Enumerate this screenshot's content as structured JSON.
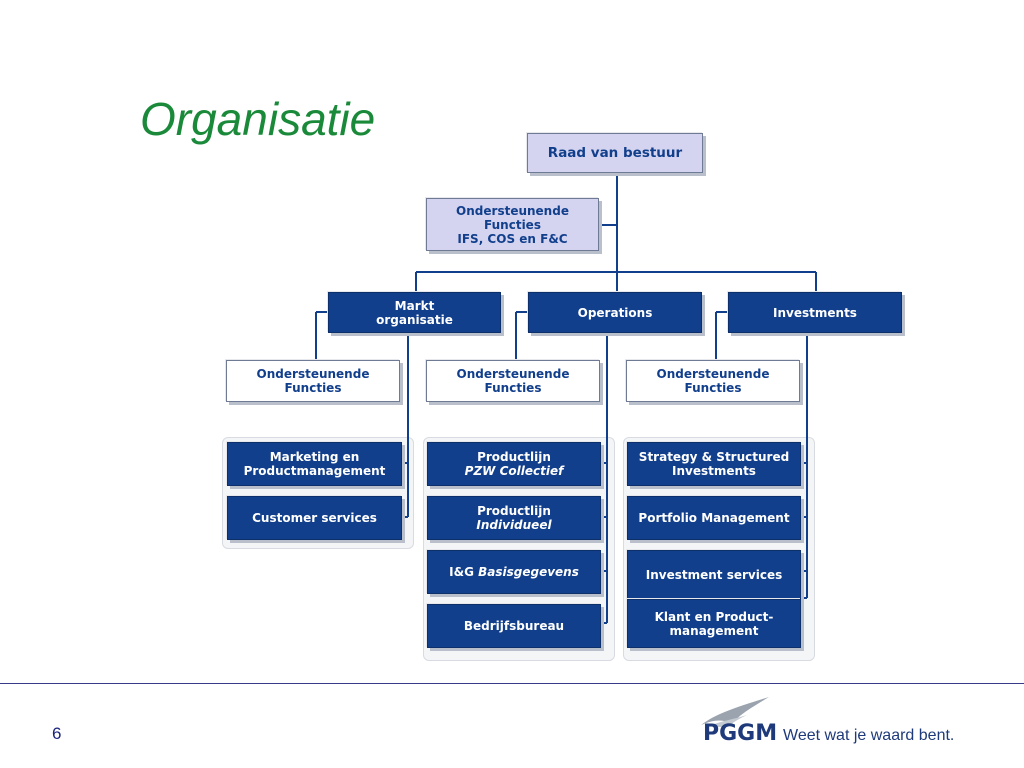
{
  "slide": {
    "title": "Organisatie",
    "page_number": "6"
  },
  "org": {
    "top": "Raad van bestuur",
    "support_top": {
      "line1": "Ondersteunende",
      "line2": "Functies",
      "line3": "IFS, COS en F&C"
    },
    "columns": [
      {
        "head_line1": "Markt",
        "head_line2": "organisatie",
        "support_line1": "Ondersteunende",
        "support_line2": "Functies",
        "units": [
          {
            "line1": "Marketing en",
            "line2": "Productmanagement"
          },
          {
            "line1": "Customer services"
          }
        ]
      },
      {
        "head_line1": "Operations",
        "support_line1": "Ondersteunende",
        "support_line2": "Functies",
        "units": [
          {
            "line1": "Productlijn",
            "line2": "PZW Collectief"
          },
          {
            "line1": "Productlijn",
            "line2": "Individueel"
          },
          {
            "prefix": "I&G ",
            "italic": "Basisgegevens"
          },
          {
            "line1": "Bedrijfsbureau"
          }
        ]
      },
      {
        "head_line1": "Investments",
        "support_line1": "Ondersteunende",
        "support_line2": "Functies",
        "units": [
          {
            "line1": "Strategy & Structured",
            "line2": "Investments"
          },
          {
            "line1": "Portfolio Management"
          },
          {
            "line1": "Investment services"
          },
          {
            "line1": "Klant en Product-",
            "line2": "management"
          }
        ]
      }
    ]
  },
  "footer": {
    "brand": "PGGM",
    "slogan": "Weet wat je waard bent."
  },
  "colors": {
    "title": "#1a8a3a",
    "dark_box": "#123f8c",
    "light_box": "#d4d4f0",
    "connector": "#123f8c"
  }
}
